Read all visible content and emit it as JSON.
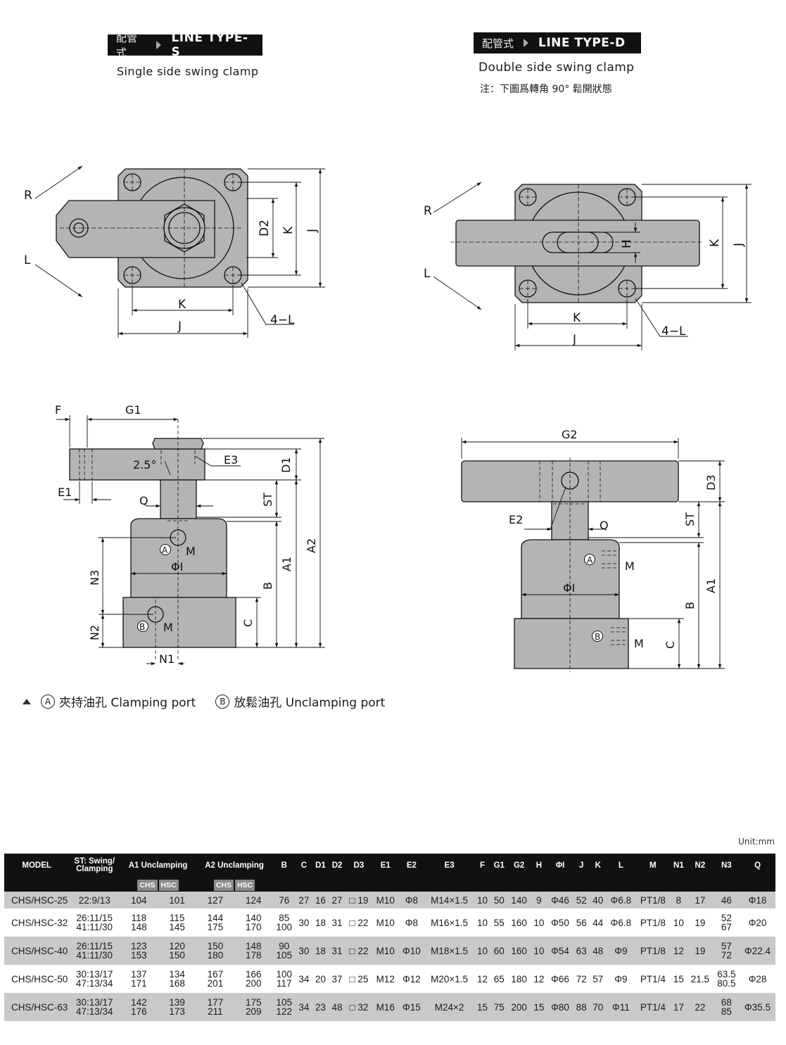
{
  "headers": {
    "left": {
      "cn": "配管式",
      "en": "LINE TYPE-S",
      "subtitle": "Single side swing clamp"
    },
    "right": {
      "cn": "配管式",
      "en": "LINE TYPE-D",
      "subtitle": "Double side swing clamp",
      "note": "注：下圖爲轉角 90°  鬆開狀態"
    }
  },
  "drawing_labels": {
    "R": "R",
    "L": "L",
    "K": "K",
    "J": "J",
    "D2": "D2",
    "H": "H",
    "L4": "4−L",
    "F": "F",
    "G1": "G1",
    "G2": "G2",
    "E1": "E1",
    "E2": "E2",
    "E3": "E3",
    "angle": "2.5°",
    "D1": "D1",
    "D3": "D3",
    "ST": "ST",
    "Q": "Q",
    "A1": "A1",
    "A2": "A2",
    "B": "B",
    "C": "C",
    "N1": "N1",
    "N2": "N2",
    "N3": "N3",
    "M": "M",
    "PhiI": "ΦI",
    "portA": "A",
    "portB": "B"
  },
  "legend": {
    "a_symbol": "A",
    "a_text": "夾持油孔 Clamping port",
    "b_symbol": "B",
    "b_text": "放鬆油孔 Unclamping port"
  },
  "table": {
    "unit": "Unit:mm",
    "columns": [
      "MODEL",
      "ST: Swing/ Clamping",
      "A1 Unclamping",
      "A2 Unclamping",
      "B",
      "C",
      "D1",
      "D2",
      "D3",
      "E1",
      "E2",
      "E3",
      "F",
      "G1",
      "G2",
      "H",
      "ΦI",
      "J",
      "K",
      "L",
      "M",
      "N1",
      "N2",
      "N3",
      "Q"
    ],
    "subcolumns": [
      "CHS",
      "HSC",
      "CHS",
      "HSC"
    ],
    "rows": [
      {
        "model": "CHS/HSC-25",
        "st": [
          "22:9/13"
        ],
        "a1chs": [
          "104"
        ],
        "a1hsc": [
          "101"
        ],
        "a2chs": [
          "127"
        ],
        "a2hsc": [
          "124"
        ],
        "b": [
          "76"
        ],
        "c": "27",
        "d1": "16",
        "d2": "27",
        "d3": "□ 19",
        "e1": "M10",
        "e2": "Φ8",
        "e3": "M14×1.5",
        "f": "10",
        "g1": "50",
        "g2": "140",
        "h": "9",
        "phi": "Φ46",
        "j": "52",
        "k": "40",
        "l": "Φ6.8",
        "m": "PT1/8",
        "n1": "8",
        "n2": "17",
        "n3": [
          "46"
        ],
        "q": "Φ18"
      },
      {
        "model": "CHS/HSC-32",
        "st": [
          "26:11/15",
          "41:11/30"
        ],
        "a1chs": [
          "118",
          "148"
        ],
        "a1hsc": [
          "115",
          "145"
        ],
        "a2chs": [
          "144",
          "175"
        ],
        "a2hsc": [
          "140",
          "170"
        ],
        "b": [
          "85",
          "100"
        ],
        "c": "30",
        "d1": "18",
        "d2": "31",
        "d3": "□ 22",
        "e1": "M10",
        "e2": "Φ8",
        "e3": "M16×1.5",
        "f": "10",
        "g1": "55",
        "g2": "160",
        "h": "10",
        "phi": "Φ50",
        "j": "56",
        "k": "44",
        "l": "Φ6.8",
        "m": "PT1/8",
        "n1": "10",
        "n2": "19",
        "n3": [
          "52",
          "67"
        ],
        "q": "Φ20"
      },
      {
        "model": "CHS/HSC-40",
        "st": [
          "26:11/15",
          "41:11/30"
        ],
        "a1chs": [
          "123",
          "153"
        ],
        "a1hsc": [
          "120",
          "150"
        ],
        "a2chs": [
          "150",
          "180"
        ],
        "a2hsc": [
          "148",
          "178"
        ],
        "b": [
          "90",
          "105"
        ],
        "c": "30",
        "d1": "18",
        "d2": "31",
        "d3": "□ 22",
        "e1": "M10",
        "e2": "Φ10",
        "e3": "M18×1.5",
        "f": "10",
        "g1": "60",
        "g2": "160",
        "h": "10",
        "phi": "Φ54",
        "j": "63",
        "k": "48",
        "l": "Φ9",
        "m": "PT1/8",
        "n1": "12",
        "n2": "19",
        "n3": [
          "57",
          "72"
        ],
        "q": "Φ22.4"
      },
      {
        "model": "CHS/HSC-50",
        "st": [
          "30:13/17",
          "47:13/34"
        ],
        "a1chs": [
          "137",
          "171"
        ],
        "a1hsc": [
          "134",
          "168"
        ],
        "a2chs": [
          "167",
          "201"
        ],
        "a2hsc": [
          "166",
          "200"
        ],
        "b": [
          "100",
          "117"
        ],
        "c": "34",
        "d1": "20",
        "d2": "37",
        "d3": "□ 25",
        "e1": "M12",
        "e2": "Φ12",
        "e3": "M20×1.5",
        "f": "12",
        "g1": "65",
        "g2": "180",
        "h": "12",
        "phi": "Φ66",
        "j": "72",
        "k": "57",
        "l": "Φ9",
        "m": "PT1/4",
        "n1": "15",
        "n2": "21.5",
        "n3": [
          "63.5",
          "80.5"
        ],
        "q": "Φ28"
      },
      {
        "model": "CHS/HSC-63",
        "st": [
          "30:13/17",
          "47:13/34"
        ],
        "a1chs": [
          "142",
          "176"
        ],
        "a1hsc": [
          "139",
          "173"
        ],
        "a2chs": [
          "177",
          "211"
        ],
        "a2hsc": [
          "175",
          "209"
        ],
        "b": [
          "105",
          "122"
        ],
        "c": "34",
        "d1": "23",
        "d2": "48",
        "d3": "□ 32",
        "e1": "M16",
        "e2": "Φ15",
        "e3": "M24×2",
        "f": "15",
        "g1": "75",
        "g2": "200",
        "h": "15",
        "phi": "Φ80",
        "j": "88",
        "k": "70",
        "l": "Φ11",
        "m": "PT1/4",
        "n1": "17",
        "n2": "22",
        "n3": [
          "68",
          "85"
        ],
        "q": "Φ35.5"
      }
    ]
  }
}
